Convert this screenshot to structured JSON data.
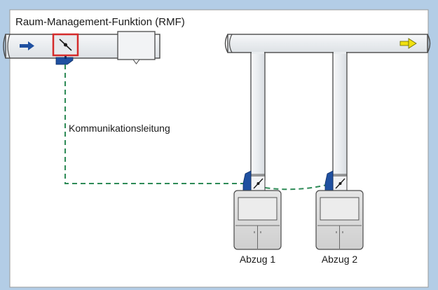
{
  "diagram": {
    "title": "Raum-Management-Funktion (RMF)",
    "communication_label": "Kommunikationsleitung",
    "hoods": [
      {
        "label": "Abzug 1"
      },
      {
        "label": "Abzug 2"
      }
    ],
    "colors": {
      "background": "#b3cde6",
      "panel": "#ffffff",
      "duct_fill": "#eef1f4",
      "duct_stroke": "#4a4a4a",
      "actuator": "#1f50a0",
      "highlight_box": "#d42b2b",
      "comm_line": "#2e8b57",
      "supply_arrow": "#1f50a0",
      "exhaust_arrow": "#f0e010"
    },
    "icons": {
      "supply_flow": "arrow-right-icon",
      "exhaust_flow": "arrow-right-icon",
      "damper": "damper-icon",
      "actuator": "actuator-icon"
    }
  }
}
